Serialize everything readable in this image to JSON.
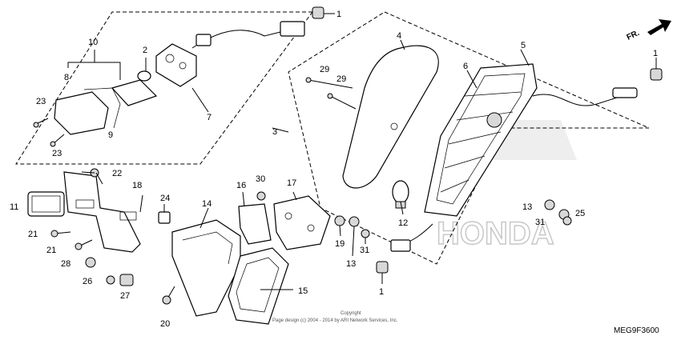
{
  "labels": {
    "p1a": "1",
    "p1b": "1",
    "p1c": "1",
    "p2": "2",
    "p3": "3",
    "p4": "4",
    "p5": "5",
    "p6": "6",
    "p7": "7",
    "p8": "8",
    "p9": "9",
    "p10": "10",
    "p11": "11",
    "p12": "12",
    "p13a": "13",
    "p13b": "13",
    "p14": "14",
    "p15": "15",
    "p16": "16",
    "p17": "17",
    "p18": "18",
    "p19": "19",
    "p20": "20",
    "p21a": "21",
    "p21b": "21",
    "p22": "22",
    "p23a": "23",
    "p23b": "23",
    "p24": "24",
    "p25": "25",
    "p26": "26",
    "p27": "27",
    "p28": "28",
    "p29a": "29",
    "p29b": "29",
    "p30": "30",
    "p31a": "31",
    "p31b": "31"
  },
  "direction": "FR.",
  "watermark": "HONDA",
  "copyright_line1": "Copyright",
  "copyright_line2": "Page design (c) 2004 - 2014 by ARI Network Services, Inc.",
  "diagram_code": "MEG9F3600"
}
